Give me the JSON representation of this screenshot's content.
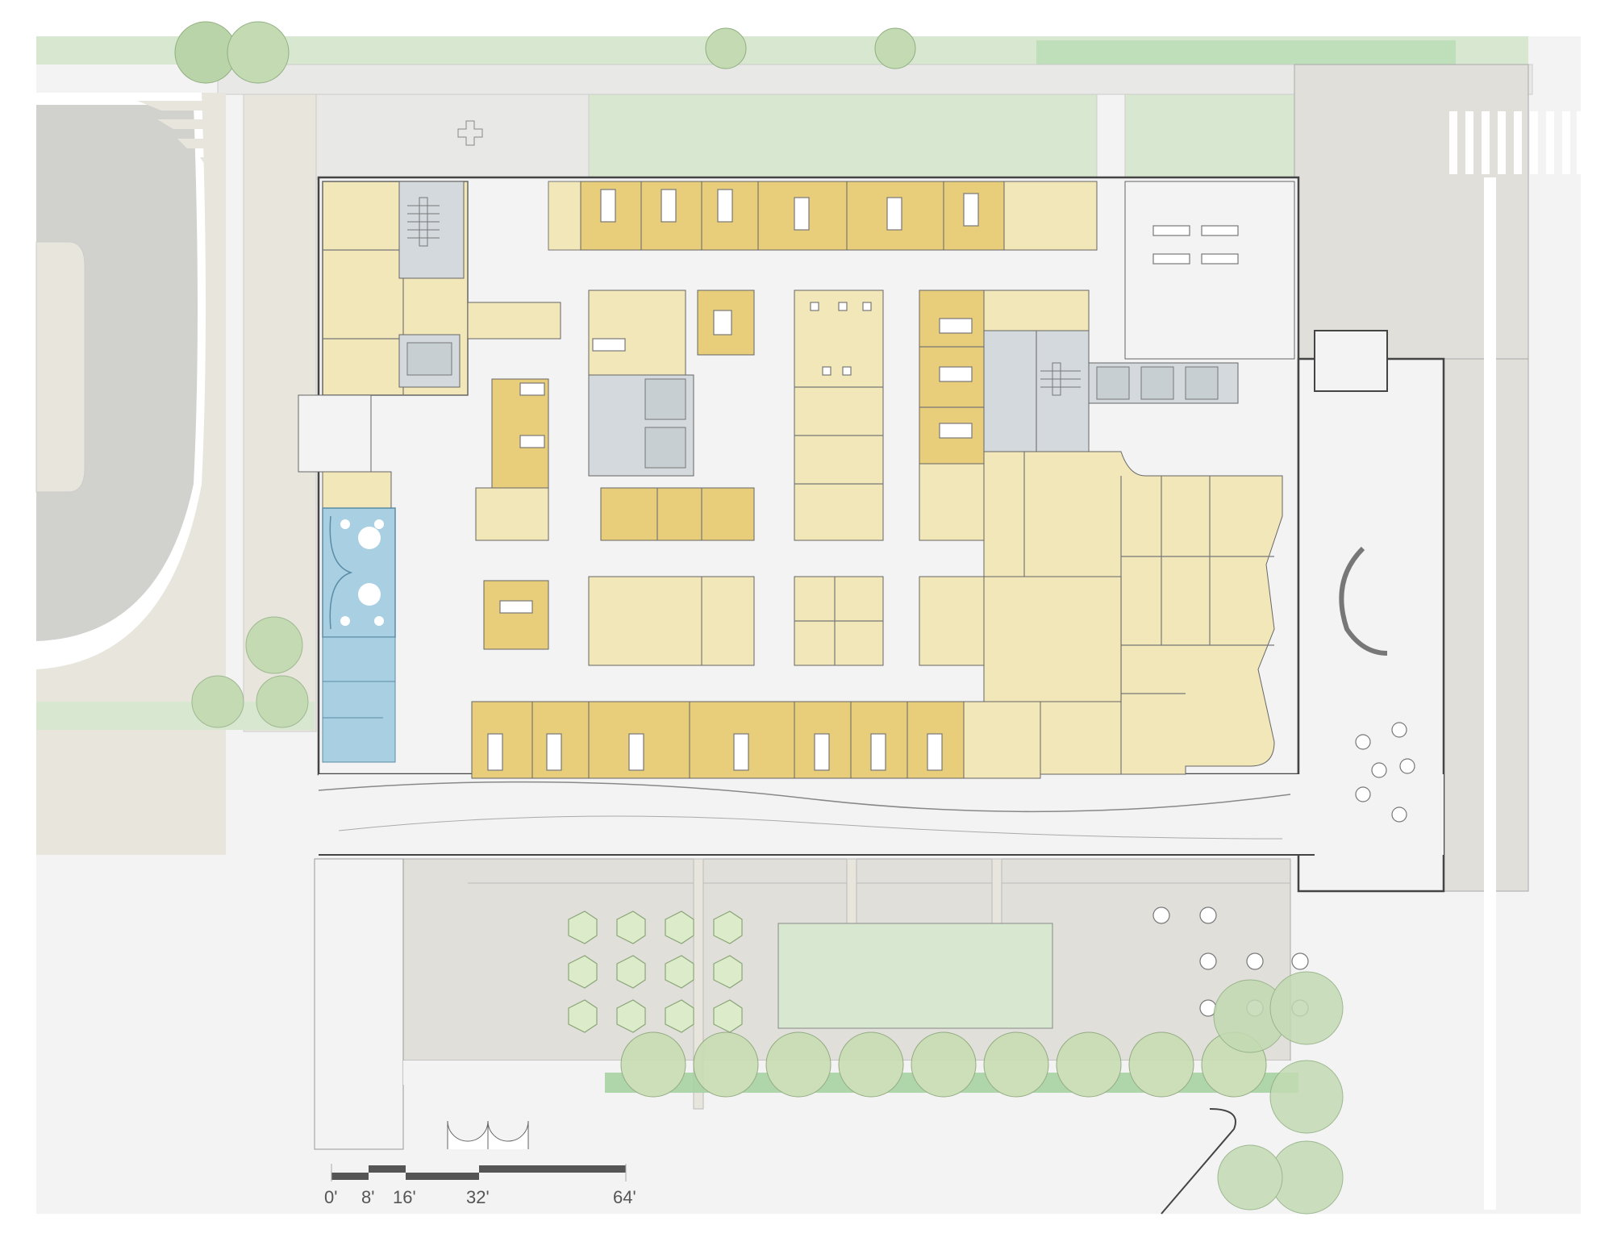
{
  "drawing": {
    "type": "architectural floor plan",
    "description": "Ground floor site plan of a clinic building with surrounding landscape"
  },
  "legend_colors": {
    "exam_rooms": "#E8CD7A",
    "support_spaces": "#F2E7B8",
    "circulation": "#F3F3F3",
    "vertical_circulation": "#D3D9DC",
    "staff_lounge": "#A9CFE2",
    "landscape_lawn": "#D8E7D0",
    "trees": "#B9D4A8",
    "paving": "#E0DFD9",
    "track": "#D1D1CE",
    "sidewalk": "#E8E6DC"
  },
  "scale_bar": {
    "labels": [
      "0'",
      "8'",
      "16'",
      "32'",
      "64'"
    ],
    "units": "feet"
  },
  "site_features": {
    "running_track": "track",
    "crosswalk": "crosswalk",
    "courtyard_lawn": "lawn",
    "planted_trees_grid": 12,
    "cafe_tables": 8,
    "outdoor_patio_tables": 6
  },
  "rooms": {
    "exam_rooms_top_count": 7,
    "exam_rooms_bottom_count": 8,
    "stairs_count": 2,
    "elevators_count": 4
  }
}
